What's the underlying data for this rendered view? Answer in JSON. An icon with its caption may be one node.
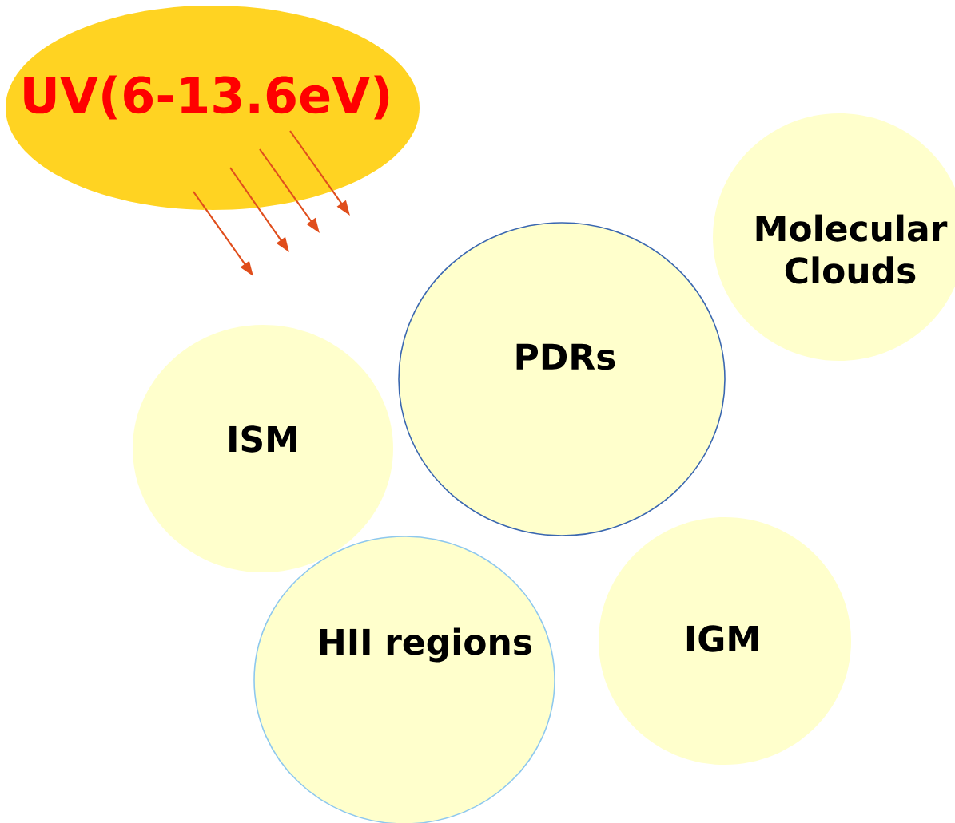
{
  "diagram": {
    "nodes": [
      {
        "text": [
          "UV(6-13.6eV)"
        ]
      },
      {
        "text": [
          "Molecular Clouds"
        ]
      },
      {
        "text": [
          "PDRs"
        ]
      },
      {
        "text": [
          "ISM"
        ]
      },
      {
        "text": [
          "HII regions"
        ]
      },
      {
        "text": [
          "IGM"
        ]
      }
    ]
  }
}
